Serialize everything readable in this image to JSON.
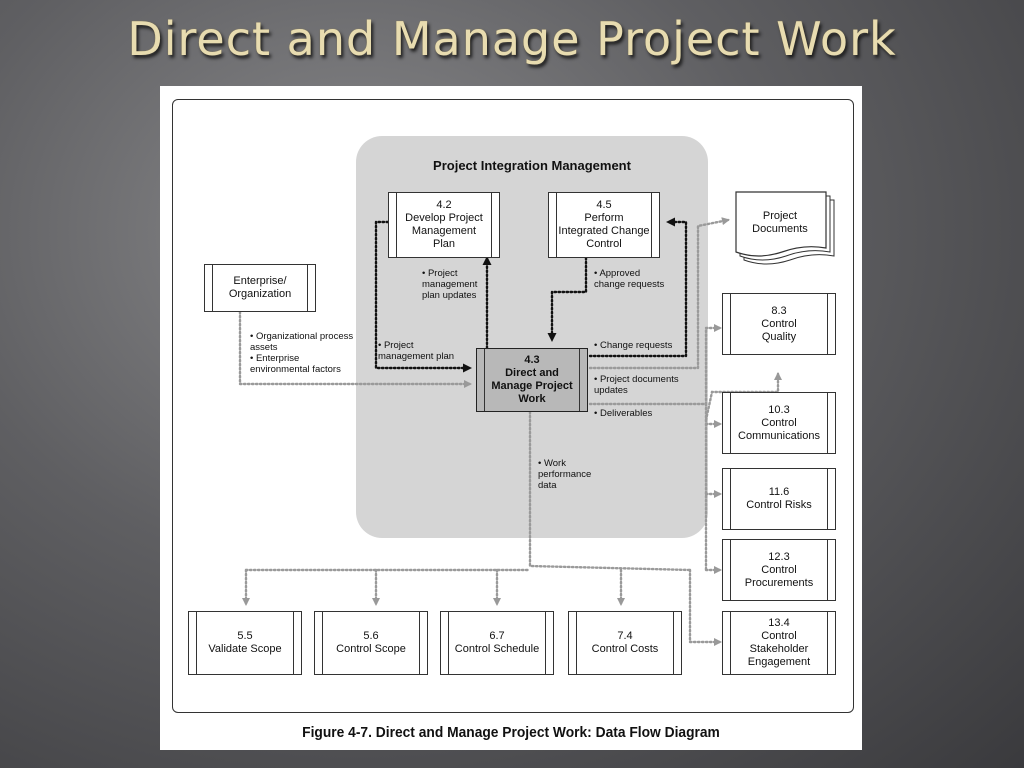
{
  "slide": {
    "title": "Direct and Manage Project Work"
  },
  "diagram": {
    "group_title": "Project Integration Management",
    "boxes": {
      "enterprise": "Enterprise/\nOrganization",
      "develop_pmp": "4.2\nDevelop Project\nManagement\nPlan",
      "perform_icc": "4.5\nPerform\nIntegrated Change\nControl",
      "direct_manage": "4.3\nDirect and\nManage Project\nWork",
      "project_documents": "Project\nDocuments",
      "control_quality": "8.3\nControl\nQuality",
      "control_communications": "10.3\nControl\nCommunications",
      "control_risks": "11.6\nControl Risks",
      "control_procurements": "12.3\nControl\nProcurements",
      "control_stakeholder": "13.4\nControl\nStakeholder\nEngagement",
      "validate_scope": "5.5\nValidate Scope",
      "control_scope": "5.6\nControl Scope",
      "control_schedule": "6.7\nControl Schedule",
      "control_costs": "7.4\nControl Costs"
    },
    "flow_labels": {
      "pmp_updates": "• Project\n   management\n   plan updates",
      "approved_cr": "• Approved\n   change requests",
      "enterprise_inputs": "• Organizational process\n   assets\n• Enterprise\n   environmental factors",
      "pmp_input": "• Project\n   management plan",
      "change_requests": "• Change requests",
      "doc_updates": "• Project documents\n   updates",
      "deliverables": "• Deliverables",
      "work_perf": "• Work\n   performance\n   data"
    }
  },
  "caption": "Figure 4-7. Direct and Manage Project Work: Data Flow Diagram"
}
